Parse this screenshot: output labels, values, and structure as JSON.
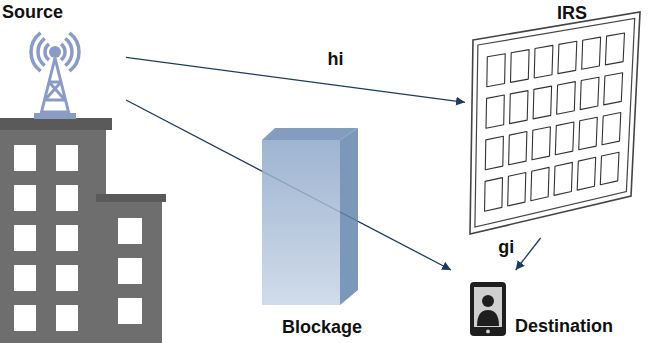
{
  "diagram": {
    "nodes": [
      {
        "text": [
          "Source"
        ]
      },
      {
        "text": [
          "IRS"
        ]
      },
      {
        "text": [
          "Blockage"
        ]
      },
      {
        "text": [
          "Destination"
        ]
      }
    ],
    "edges": [
      {
        "from": 0,
        "to": 1,
        "arrow": "to",
        "label": "hi"
      },
      {
        "from": 1,
        "to": 3,
        "arrow": "to",
        "label": "gi"
      },
      {
        "from": 0,
        "to": 3,
        "arrow": "to"
      }
    ]
  }
}
